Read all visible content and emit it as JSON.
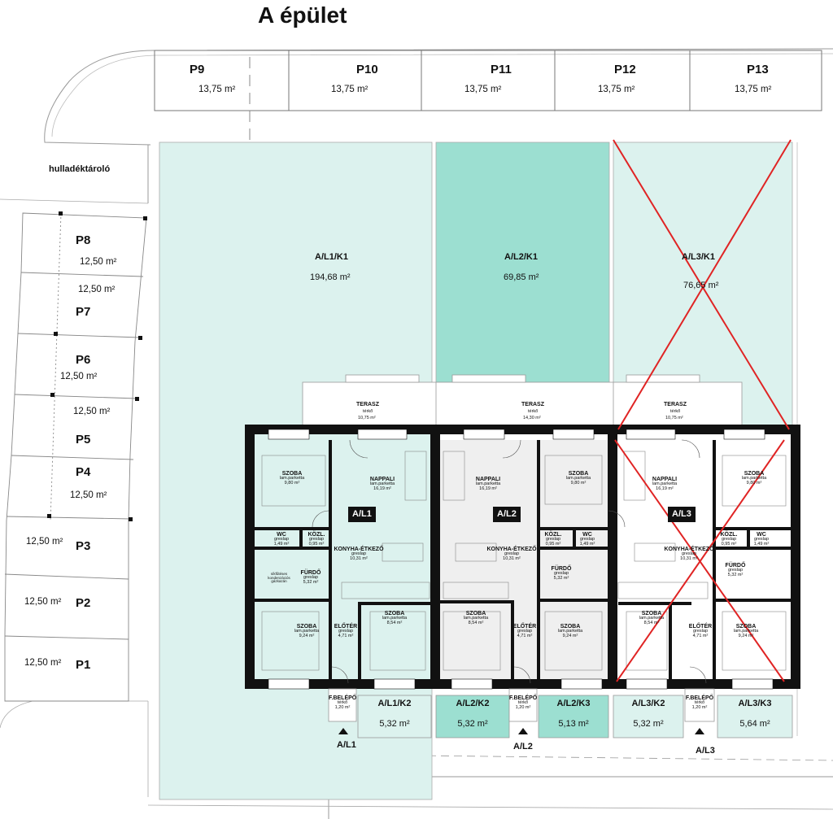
{
  "title": "A épület",
  "top_parking": [
    {
      "name": "P9",
      "area": "13,75 m²"
    },
    {
      "name": "P10",
      "area": "13,75 m²"
    },
    {
      "name": "P11",
      "area": "13,75 m²"
    },
    {
      "name": "P12",
      "area": "13,75 m²"
    },
    {
      "name": "P13",
      "area": "13,75 m²"
    }
  ],
  "waste_label": "hulladéktároló",
  "side_parking": [
    {
      "name": "P8",
      "area": "12,50 m²"
    },
    {
      "name": "P7",
      "area": "12,50 m²"
    },
    {
      "name": "P6",
      "area": "12,50 m²"
    },
    {
      "name": "P5",
      "area": "12,50 m²"
    },
    {
      "name": "P4",
      "area": "12,50 m²"
    },
    {
      "name": "P3",
      "area": "12,50 m²"
    },
    {
      "name": "P2",
      "area": "12,50 m²"
    },
    {
      "name": "P1",
      "area": "12,50 m²"
    }
  ],
  "gardens": [
    {
      "name": "A/L1/K1",
      "area": "194,68 m²",
      "color": "#dcf2ee"
    },
    {
      "name": "A/L2/K1",
      "area": "69,85 m²",
      "color": "#9cdfd1"
    },
    {
      "name": "A/L3/K1",
      "area": "76,65 m²",
      "color": "#dcf2ee"
    }
  ],
  "terraces": [
    {
      "name": "TERASZ",
      "mat": "térkő",
      "area": "10,75 m²"
    },
    {
      "name": "TERASZ",
      "mat": "térkő",
      "area": "14,30 m²"
    },
    {
      "name": "TERASZ",
      "mat": "térkő",
      "area": "10,75 m²"
    }
  ],
  "units": [
    "A/L1",
    "A/L2",
    "A/L3"
  ],
  "rooms": [
    {
      "n": "SZOBA",
      "m": "lam.parketta",
      "a": "9,80 m²"
    },
    {
      "n": "NAPPALI",
      "m": "lam.parketta",
      "a": "16,19 m²"
    },
    {
      "n": "NAPPALI",
      "m": "lam.parketta",
      "a": "16,19 m²"
    },
    {
      "n": "SZOBA",
      "m": "lam.parketta",
      "a": "9,80 m²"
    },
    {
      "n": "NAPPALI",
      "m": "lam.parketta",
      "a": "16,19 m²"
    },
    {
      "n": "SZOBA",
      "m": "lam.parketta",
      "a": "9,80 m²"
    },
    {
      "n": "WC",
      "m": "greslap",
      "a": "1,49 m²"
    },
    {
      "n": "KÖZL.",
      "m": "greslap",
      "a": "0,95 m²"
    },
    {
      "n": "KÖZL.",
      "m": "greslap",
      "a": "0,95 m²"
    },
    {
      "n": "WC",
      "m": "greslap",
      "a": "1,49 m²"
    },
    {
      "n": "KÖZL.",
      "m": "greslap",
      "a": "0,95 m²"
    },
    {
      "n": "WC",
      "m": "greslap",
      "a": "1,49 m²"
    },
    {
      "n": "KONYHA-ÉTKEZŐ",
      "m": "greslap",
      "a": "10,31 m²"
    },
    {
      "n": "KONYHA-ÉTKEZŐ",
      "m": "greslap",
      "a": "10,31 m²"
    },
    {
      "n": "KONYHA-ÉTKEZŐ",
      "m": "greslap",
      "a": "10,31 m²"
    },
    {
      "n": "FÜRDŐ",
      "m": "greslap",
      "a": "5,32 m²"
    },
    {
      "n": "FÜRDŐ",
      "m": "greslap",
      "a": "5,32 m²"
    },
    {
      "n": "FÜRDŐ",
      "m": "greslap",
      "a": "5,32 m²"
    },
    {
      "n": "SZOBA",
      "m": "lam.parketta",
      "a": "9,24 m²"
    },
    {
      "n": "ELŐTÉR",
      "m": "greslap",
      "a": "4,71 m²"
    },
    {
      "n": "SZOBA",
      "m": "lam.parketta",
      "a": "8,54 m²"
    },
    {
      "n": "SZOBA",
      "m": "lam.parketta",
      "a": "8,54 m²"
    },
    {
      "n": "ELŐTÉR",
      "m": "greslap",
      "a": "4,71 m²"
    },
    {
      "n": "SZOBA",
      "m": "lam.parketta",
      "a": "9,24 m²"
    },
    {
      "n": "SZOBA",
      "m": "lam.parketta",
      "a": "8,54 m²"
    },
    {
      "n": "ELŐTÉR",
      "m": "greslap",
      "a": "4,71 m²"
    },
    {
      "n": "SZOBA",
      "m": "lam.parketta",
      "a": "9,24 m²"
    }
  ],
  "boiler_note": "síkfűtéses kondenzációs gázkazán",
  "front_gardens": [
    {
      "name": "A/L1/K2",
      "area": "5,32 m²",
      "color": "#dcf2ee"
    },
    {
      "name": "A/L2/K2",
      "area": "5,32 m²",
      "color": "#9cdfd1"
    },
    {
      "name": "A/L2/K3",
      "area": "5,13 m²",
      "color": "#9cdfd1"
    },
    {
      "name": "A/L3/K2",
      "area": "5,32 m²",
      "color": "#dcf2ee"
    },
    {
      "name": "A/L3/K3",
      "area": "5,64 m²",
      "color": "#dcf2ee"
    }
  ],
  "entrances": [
    {
      "name": "F.BELÉPŐ",
      "mat": "térkő",
      "area": "1,20 m²"
    },
    {
      "name": "F.BELÉPŐ",
      "mat": "térkő",
      "area": "1,20 m²"
    },
    {
      "name": "F.BELÉPŐ",
      "mat": "térkő",
      "area": "1,20 m²"
    }
  ],
  "entrance_labels": [
    "A/L1",
    "A/L2",
    "A/L3"
  ],
  "colors": {
    "light_garden": "#dcf2ee",
    "dark_garden": "#9cdfd1",
    "wall": "#111111",
    "cross": "#e02424",
    "unit_floor": "#efefef"
  }
}
